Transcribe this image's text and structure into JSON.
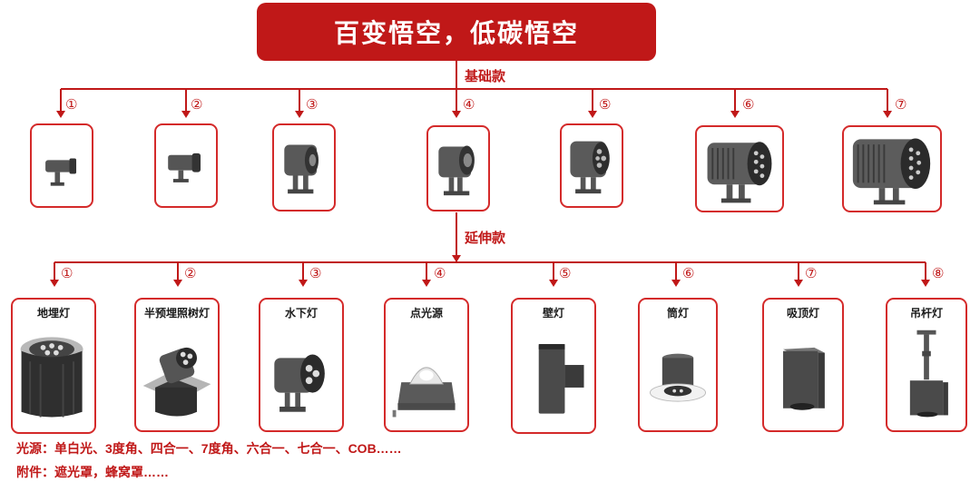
{
  "title": "百变悟空，低碳悟空",
  "branches": {
    "basic": "基础款",
    "extended": "延伸款"
  },
  "basic_items": [
    {
      "num": "①",
      "icon": "mini-spotlight-icon"
    },
    {
      "num": "②",
      "icon": "small-spotlight-icon"
    },
    {
      "num": "③",
      "icon": "spotlight-single-lens-icon"
    },
    {
      "num": "④",
      "icon": "spotlight-single-lens-icon"
    },
    {
      "num": "⑤",
      "icon": "spotlight-multi-lens-icon"
    },
    {
      "num": "⑥",
      "icon": "floodlight-finned-icon"
    },
    {
      "num": "⑦",
      "icon": "floodlight-large-finned-icon"
    }
  ],
  "extended_items": [
    {
      "num": "①",
      "label": "地埋灯",
      "icon": "inground-light-icon"
    },
    {
      "num": "②",
      "label": "半预埋照树灯",
      "icon": "semi-recessed-tree-light-icon"
    },
    {
      "num": "③",
      "label": "水下灯",
      "icon": "underwater-light-icon"
    },
    {
      "num": "④",
      "label": "点光源",
      "icon": "point-light-icon"
    },
    {
      "num": "⑤",
      "label": "壁灯",
      "icon": "wall-light-icon"
    },
    {
      "num": "⑥",
      "label": "筒灯",
      "icon": "downlight-icon"
    },
    {
      "num": "⑦",
      "label": "吸顶灯",
      "icon": "ceiling-light-icon"
    },
    {
      "num": "⑧",
      "label": "吊杆灯",
      "icon": "pendant-light-icon"
    }
  ],
  "notes": {
    "light_source": "光源：单白光、3度角、四合一、7度角、六合一、七合一、COB……",
    "accessories": "附件：遮光罩，蜂窝罩……"
  },
  "colors": {
    "accent": "#c01818",
    "border": "#d42a2a",
    "product": "#4a4a4a"
  }
}
